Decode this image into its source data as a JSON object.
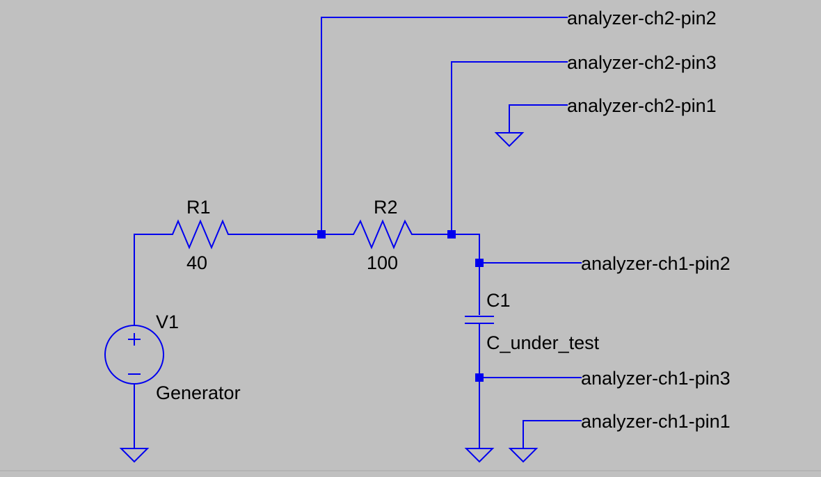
{
  "schematic": {
    "components": {
      "r1": {
        "ref": "R1",
        "value": "40"
      },
      "r2": {
        "ref": "R2",
        "value": "100"
      },
      "c1": {
        "ref": "C1",
        "value": "C_under_test"
      },
      "v1": {
        "ref": "V1",
        "value": "Generator"
      }
    },
    "net_labels": {
      "ch2_pin2": "analyzer-ch2-pin2",
      "ch2_pin3": "analyzer-ch2-pin3",
      "ch2_pin1": "analyzer-ch2-pin1",
      "ch1_pin2": "analyzer-ch1-pin2",
      "ch1_pin3": "analyzer-ch1-pin3",
      "ch1_pin1": "analyzer-ch1-pin1"
    },
    "colors": {
      "background": "#c0c0c0",
      "wire": "#0000ee",
      "text": "#000000"
    }
  }
}
